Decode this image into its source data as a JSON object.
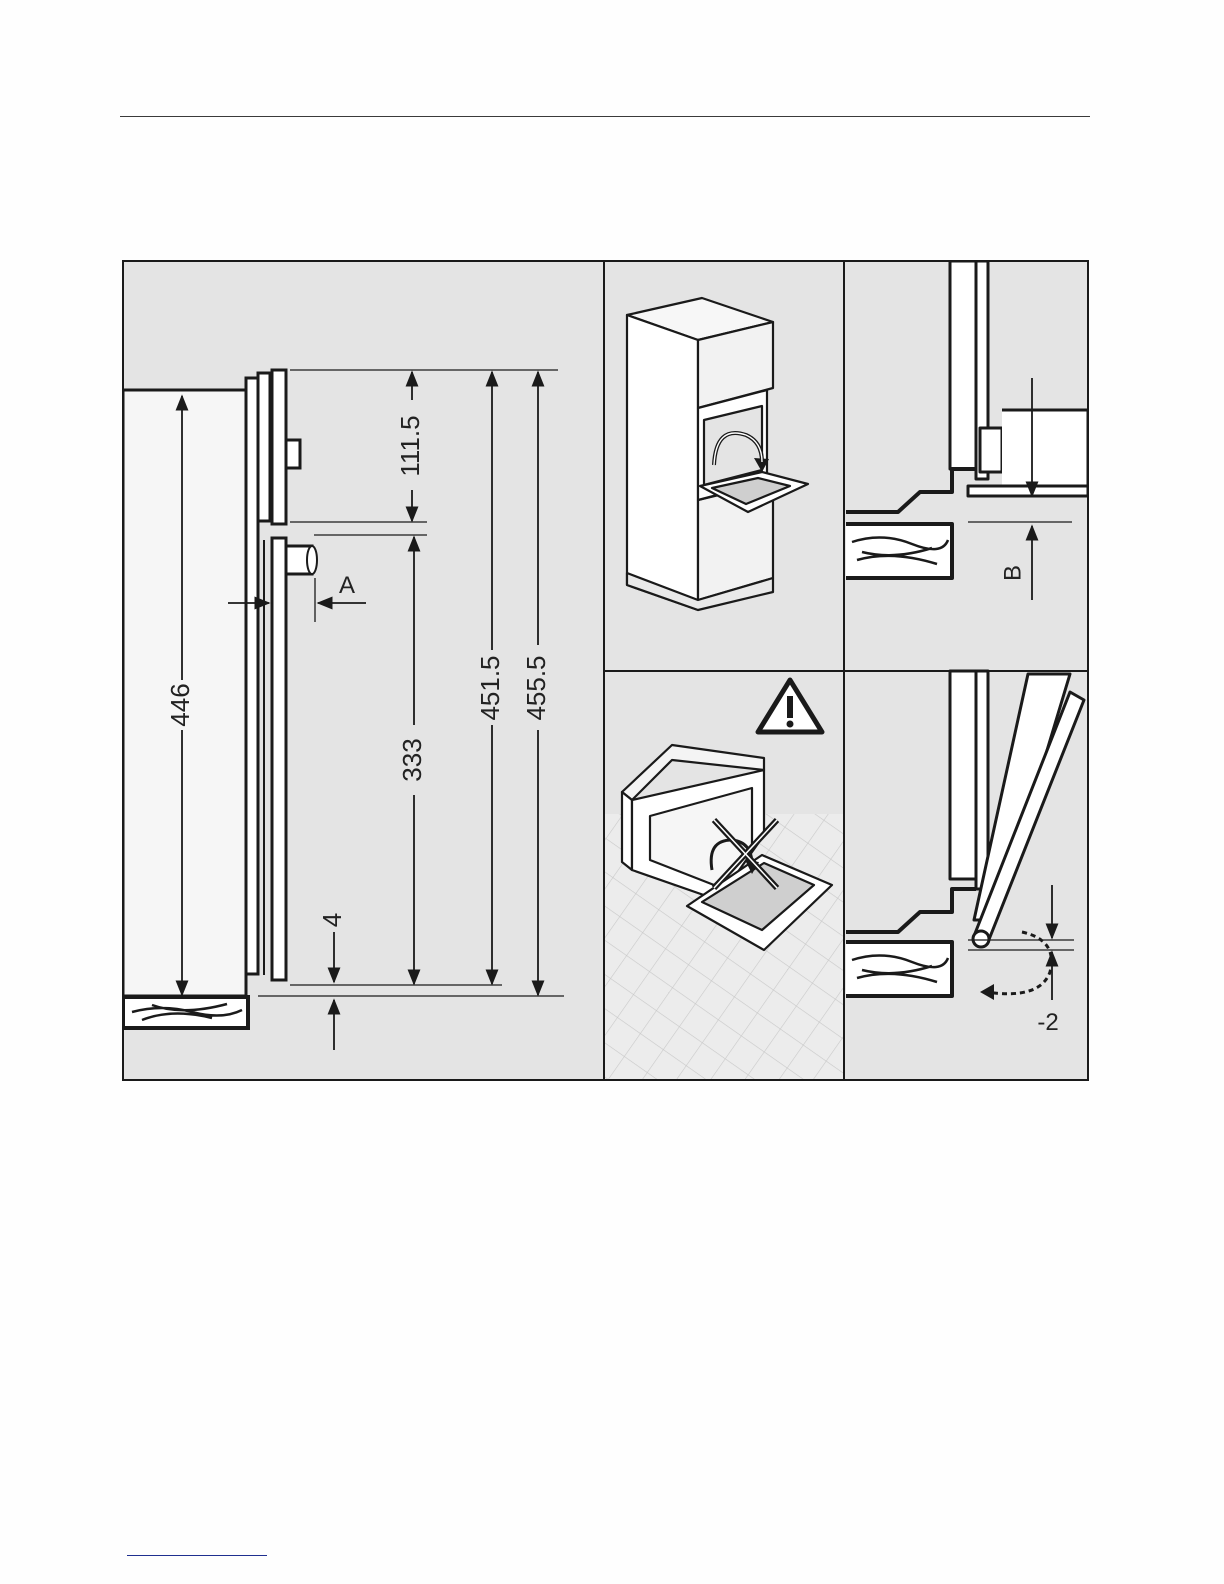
{
  "colors": {
    "panel_bg": "#e4e4e4",
    "line": "#1a1a1a",
    "appliance_fill": "#f4f4f4",
    "floor_tile": "#ededed",
    "glass": "#cfcfcf",
    "footer_link": "#1f2f8f"
  },
  "diagram": {
    "dimensions": {
      "d_446": "446",
      "d_111_5": "111.5",
      "d_333": "333",
      "d_451_5": "451.5",
      "d_455_5": "455.5",
      "d_4": "4"
    },
    "labels": {
      "label_a": "A",
      "label_b": "B",
      "label_minus2": "-2"
    },
    "icons": [
      "warning-icon",
      "no-cross-icon",
      "rotate-arrow-icon",
      "dashed-rotate-arrow-icon",
      "wood-grain"
    ]
  }
}
